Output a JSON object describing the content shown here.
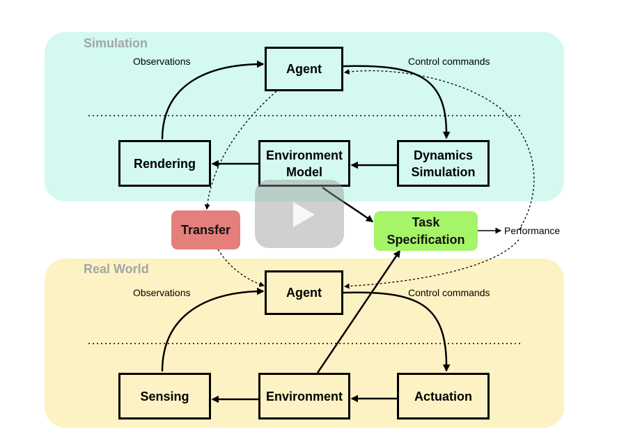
{
  "simulation": {
    "title": "Simulation",
    "observations_label": "Observations",
    "control_commands_label": "Control commands",
    "agent": "Agent",
    "rendering": "Rendering",
    "environment_model": [
      "Environment",
      "Model"
    ],
    "dynamics_simulation": [
      "Dynamics",
      "Simulation"
    ]
  },
  "middle": {
    "transfer": "Transfer",
    "task_specification": [
      "Task",
      "Specification"
    ],
    "performance_label": "Performance"
  },
  "real_world": {
    "title": "Real World",
    "observations_label": "Observations",
    "control_commands_label": "Control commands",
    "agent": "Agent",
    "sensing": "Sensing",
    "environment": "Environment",
    "actuation": "Actuation"
  },
  "colors": {
    "simulation_panel": "#d3f9f1",
    "real_world_panel": "#fdf2c3",
    "transfer_fill": "#e57f7c",
    "task_specification_fill": "#a6f468",
    "play_overlay": "#969696"
  },
  "icons": {
    "video_overlay": "play-icon"
  }
}
